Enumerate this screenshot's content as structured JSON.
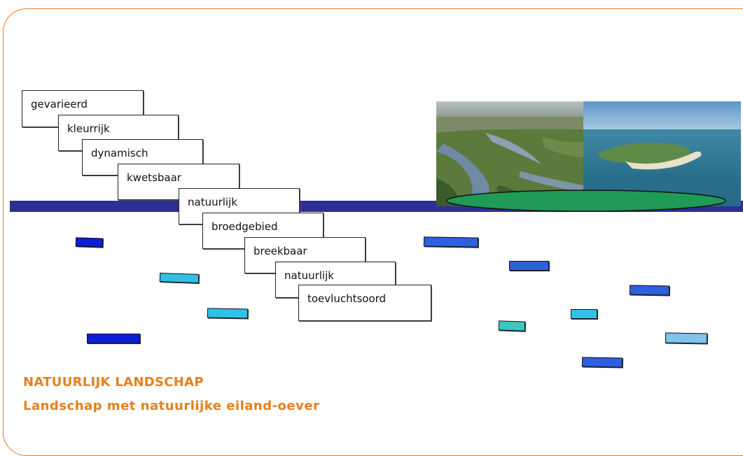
{
  "words": [
    "gevarieerd",
    "kleurrijk",
    "dynamisch",
    "kwetsbaar",
    "natuurlijk",
    "broedgebied",
    "breekbaar",
    "natuurlijk",
    "toevluchtsoord"
  ],
  "caption": {
    "title": "NATUURLIJK LANDSCHAP",
    "subtitle": "Landschap met natuurlijke eiland-oever"
  },
  "colors": {
    "accent": "#e5801d",
    "water_band": "#2e2f94",
    "island": "#1f9a57",
    "bar_dark_blue": "#0a1fd6",
    "bar_cyan": "#2ec3e6",
    "bar_blue": "#2e60dd",
    "bar_teal": "#3ec6c4",
    "bar_light_blue": "#7fc3ef"
  }
}
